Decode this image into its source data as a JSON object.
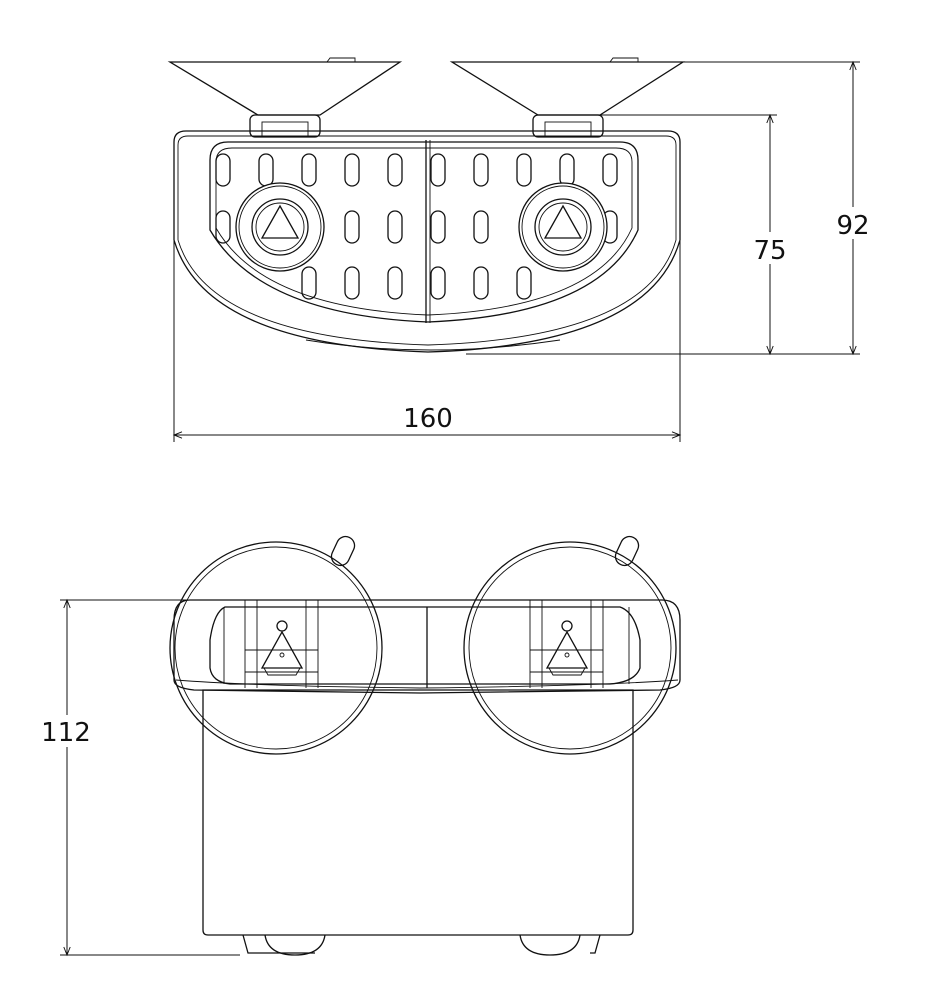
{
  "drawing": {
    "top_view": {
      "dimensions": {
        "width": "160",
        "total_depth": "92",
        "body_depth": "75"
      }
    },
    "front_view": {
      "dimensions": {
        "height": "112"
      }
    },
    "colors": {
      "line": "#111111",
      "background": "#ffffff"
    }
  }
}
